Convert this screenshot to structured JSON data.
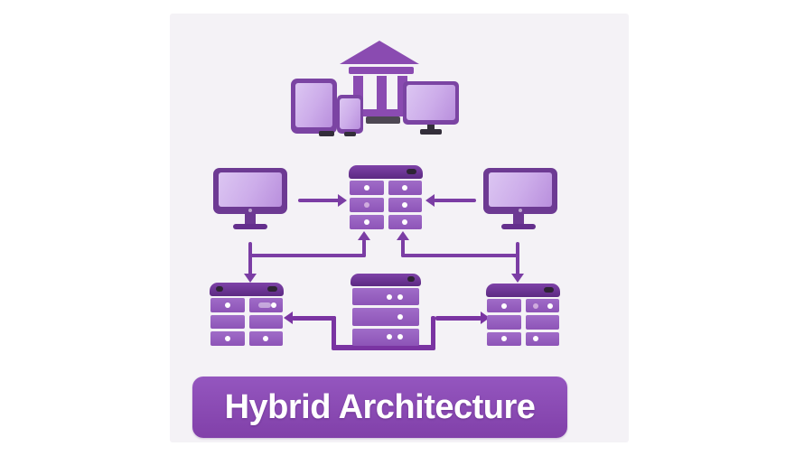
{
  "banner": {
    "label": "Hybrid Architecture"
  },
  "colors": {
    "page_bg": "#ffffff",
    "card_bg": "#f4f2f6",
    "purple_primary": "#8a4bb1",
    "purple_bezel": "#6d3a93",
    "purple_bezel_light": "#7b44a3",
    "purple_drawer": "#9560c0",
    "cap_dark": "#5c2a82",
    "cap_mid": "#7e42a8",
    "arrow": "#7b3da4",
    "connector_dark": "#7a34a2",
    "screen_hi": "#dcc6f2",
    "screen_lo": "#b98fdd",
    "stand_dark": "#332e3a",
    "banner_top": "#9456bf",
    "banner_bottom": "#8140a9",
    "banner_text": "#ffffff"
  },
  "diagram": {
    "top_cluster_icons": [
      "tablet-icon",
      "smartphone-icon",
      "bank-icon",
      "monitor-icon"
    ],
    "middle_row_icons": [
      "monitor-icon",
      "server-icon",
      "monitor-icon"
    ],
    "bottom_row_icons": [
      "server-icon",
      "server-icon",
      "server-icon"
    ],
    "connections": [
      "left-monitor -> center-server (arrow right)",
      "right-monitor -> center-server (arrow left)",
      "center-server <-> bottom-left-server (down arrow + up arrow)",
      "center-server <-> bottom-right-server (down arrow + up arrow)",
      "bottom-center-server -> bottom-left-server (arrow left)",
      "bottom-center-server -> bottom-right-server (arrow right)"
    ]
  }
}
